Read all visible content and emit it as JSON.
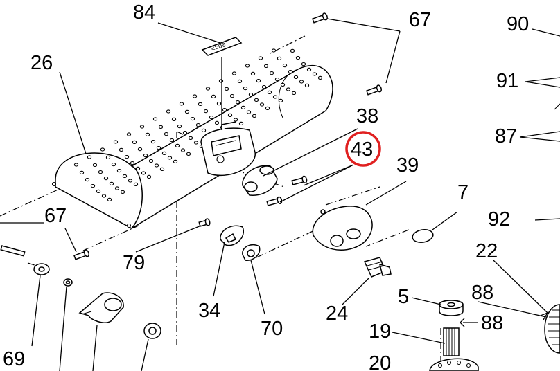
{
  "diagram": {
    "highlight_color": "#e02020",
    "callouts": {
      "c84": "84",
      "c67a": "67",
      "c90": "90",
      "c26": "26",
      "c91": "91",
      "c38": "38",
      "c87": "87",
      "c43": "43",
      "c39": "39",
      "c7": "7",
      "c92": "92",
      "c67b": "67",
      "c22": "22",
      "c79": "79",
      "c88a": "88",
      "c5": "5",
      "c88b": "88",
      "c34": "34",
      "c24": "24",
      "c19": "19",
      "c70": "70",
      "c69": "69",
      "c20": "20"
    },
    "highlighted_callout": "43"
  }
}
